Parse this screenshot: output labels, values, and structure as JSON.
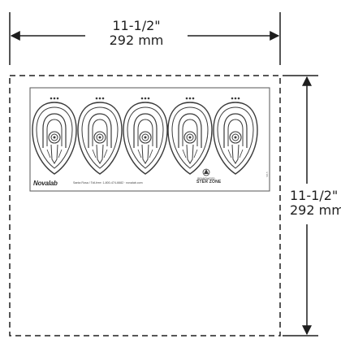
{
  "dimensions": {
    "width": {
      "imperial": "11-1/2\"",
      "metric": "292 mm"
    },
    "height": {
      "imperial": "11-1/2\"",
      "metric": "292 mm"
    }
  },
  "label": {
    "brand_left": "Novalab",
    "contact": "Santa Rosa / Toll-free: 1-800-474-6682 · novalab.com",
    "brand_right_line1": "BRANDWOOD",
    "brand_right_line2": "STER ZONE",
    "part_code": "SB-5"
  },
  "holders": {
    "count": 5
  },
  "colors": {
    "line": "#1e1e1e",
    "art": "#3a3a3a",
    "panel_border": "#555555"
  }
}
